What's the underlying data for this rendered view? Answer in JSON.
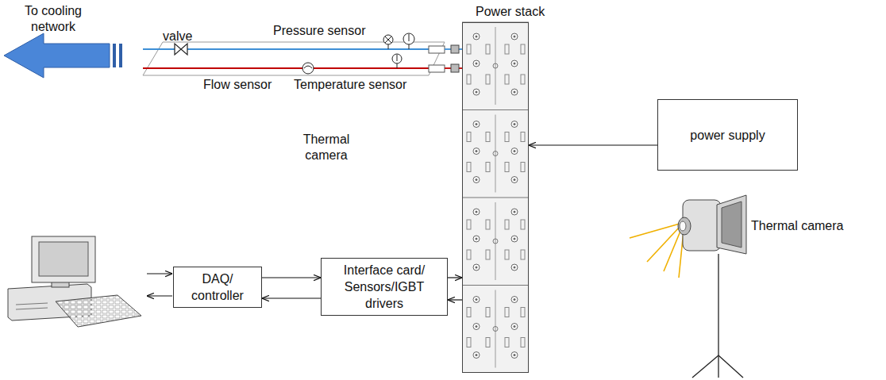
{
  "diagram": {
    "nodes": [
      {
        "text": [
          "Power stack"
        ]
      },
      {
        "text": [
          "power supply"
        ]
      },
      {
        "text": [
          "DAQ/ controller"
        ]
      },
      {
        "text": [
          "Interface card/ Sensors/IGBT drivers"
        ]
      }
    ],
    "edges": [
      {
        "from": 1,
        "to": 0,
        "arrow": "to"
      },
      {
        "from": 2,
        "to": 3,
        "arrow": "to"
      },
      {
        "from": 3,
        "to": 2,
        "arrow": "to"
      },
      {
        "from": 3,
        "to": 0,
        "arrow": "to"
      },
      {
        "from": 0,
        "to": 3,
        "arrow": "to"
      }
    ],
    "labels": [
      "To cooling network",
      "valve",
      "Pressure sensor",
      "Flow sensor",
      "Temperature sensor",
      "Thermal camera",
      "Thermal camera"
    ]
  }
}
